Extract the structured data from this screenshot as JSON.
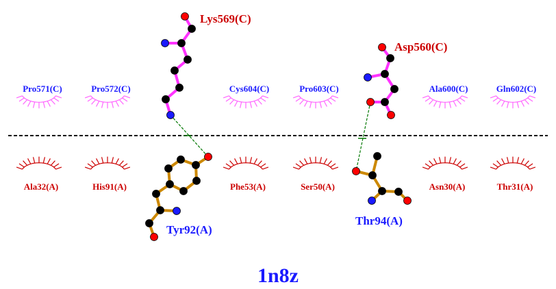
{
  "title": "1n8z",
  "colors": {
    "title": "#1a1aff",
    "ligand_label": "#cc0000",
    "chainA_label": "#1a1aff",
    "hydrophobic_top": "#ff66ff",
    "hydrophobic_bottom": "#cc0000",
    "bond_top": "#ff33ff",
    "bond_bottom": "#cc8800",
    "carbon": "#000000",
    "nitrogen": "#1a1aff",
    "oxygen": "#ff0000",
    "hbond": "#007700"
  },
  "bonded_residues": [
    {
      "label": "Lys569(C)",
      "side": "top"
    },
    {
      "label": "Asp560(C)",
      "side": "top"
    },
    {
      "label": "Tyr92(A)",
      "side": "bottom"
    },
    {
      "label": "Thr94(A)",
      "side": "bottom"
    }
  ],
  "hydrophobic_top": [
    "Pro571(C)",
    "Pro572(C)",
    "Cys604(C)",
    "Pro603(C)",
    "Ala600(C)",
    "Gln602(C)"
  ],
  "hydrophobic_bottom": [
    "Ala32(A)",
    "His91(A)",
    "Phe53(A)",
    "Ser50(A)",
    "Asn30(A)",
    "Thr31(A)"
  ]
}
